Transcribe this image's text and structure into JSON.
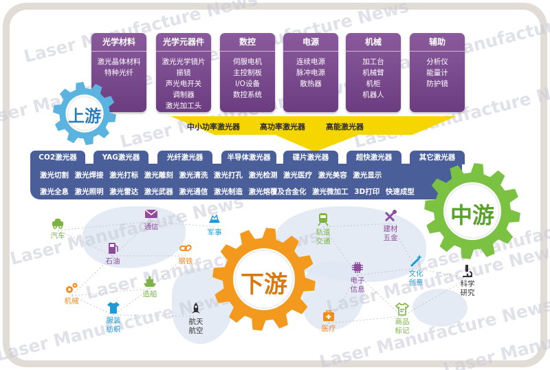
{
  "watermark": "Laser Manufacture News",
  "upstream": {
    "gear_label": "上游",
    "categories": [
      {
        "title": "光学材料",
        "items": [
          "激光晶体材料",
          "特种光纤"
        ]
      },
      {
        "title": "光学元器件",
        "items": [
          "激光光学镜片",
          "振镜",
          "声光电开关",
          "调制器",
          "激光加工头"
        ]
      },
      {
        "title": "数控",
        "items": [
          "伺服电机",
          "主控制板",
          "I/O设备",
          "数控系统"
        ]
      },
      {
        "title": "电源",
        "items": [
          "连续电源",
          "脉冲电源",
          "散热器"
        ]
      },
      {
        "title": "机械",
        "items": [
          "加工台",
          "机械臂",
          "机柜",
          "机器人"
        ]
      },
      {
        "title": "辅助",
        "items": [
          "分析仪",
          "能量计",
          "防护镜"
        ]
      }
    ]
  },
  "power_levels": [
    "中小功率激光器",
    "高功率激光器",
    "高能激光器"
  ],
  "midstream": {
    "gear_label": "中游",
    "laser_types": [
      "CO2激光器",
      "YAG激光器",
      "光纤激光器",
      "半导体激光器",
      "碟片激光器",
      "超快激光器",
      "其它激光器"
    ],
    "applications_row1": [
      "激光切割",
      "激光焊接",
      "激光打标",
      "激光雕刻",
      "激光清洗",
      "激光打孔",
      "激光检测",
      "激光医疗",
      "激光美容",
      "激光显示"
    ],
    "applications_row2": [
      "激光全息",
      "激光照明",
      "激光雷达",
      "激光武器",
      "激光通信",
      "激光制造",
      "激光熔覆及合金化",
      "激光微加工",
      "3D打印",
      "快速成型"
    ]
  },
  "downstream": {
    "gear_label": "下游",
    "industries": [
      {
        "label": "汽车",
        "icon": "car-icon",
        "color": "#7cb342"
      },
      {
        "label": "通信",
        "icon": "envelope-icon",
        "color": "#8e4a9c"
      },
      {
        "label": "军事",
        "icon": "military-icon",
        "color": "#1e9bd7"
      },
      {
        "label": "石油",
        "icon": "fuel-icon",
        "color": "#8e4a9c"
      },
      {
        "label": "钢铁",
        "icon": "chain-icon",
        "color": "#f28a1d"
      },
      {
        "label": "机械",
        "icon": "gears-icon",
        "color": "#f28a1d"
      },
      {
        "label": "造船",
        "icon": "ship-icon",
        "color": "#7cb342"
      },
      {
        "label": "服装\n纺织",
        "icon": "shirt-icon",
        "color": "#1e9bd7"
      },
      {
        "label": "航天\n航空",
        "icon": "rocket-icon",
        "color": "#333333"
      },
      {
        "label": "轨道\n交通",
        "icon": "train-icon",
        "color": "#7cb342"
      },
      {
        "label": "建材\n五金",
        "icon": "tools-icon",
        "color": "#8e4a9c"
      },
      {
        "label": "电子\n信息",
        "icon": "chip-icon",
        "color": "#8e4a9c"
      },
      {
        "label": "文化\n创意",
        "icon": "wand-icon",
        "color": "#1e9bd7"
      },
      {
        "label": "科学\n研究",
        "icon": "microscope-icon",
        "color": "#333333"
      },
      {
        "label": "医疗",
        "icon": "medical-icon",
        "color": "#f28a1d"
      },
      {
        "label": "商品\n标记",
        "icon": "tshirt-tag-icon",
        "color": "#7cb342"
      }
    ]
  },
  "colors": {
    "upstream_box": "#7a4a8e",
    "upstream_gear": "#5bb4e0",
    "midstream_band": "#4a5e9a",
    "midstream_gear": "#7cc242",
    "downstream_gear": "#f39a1e",
    "arrow": "#f6d600"
  }
}
